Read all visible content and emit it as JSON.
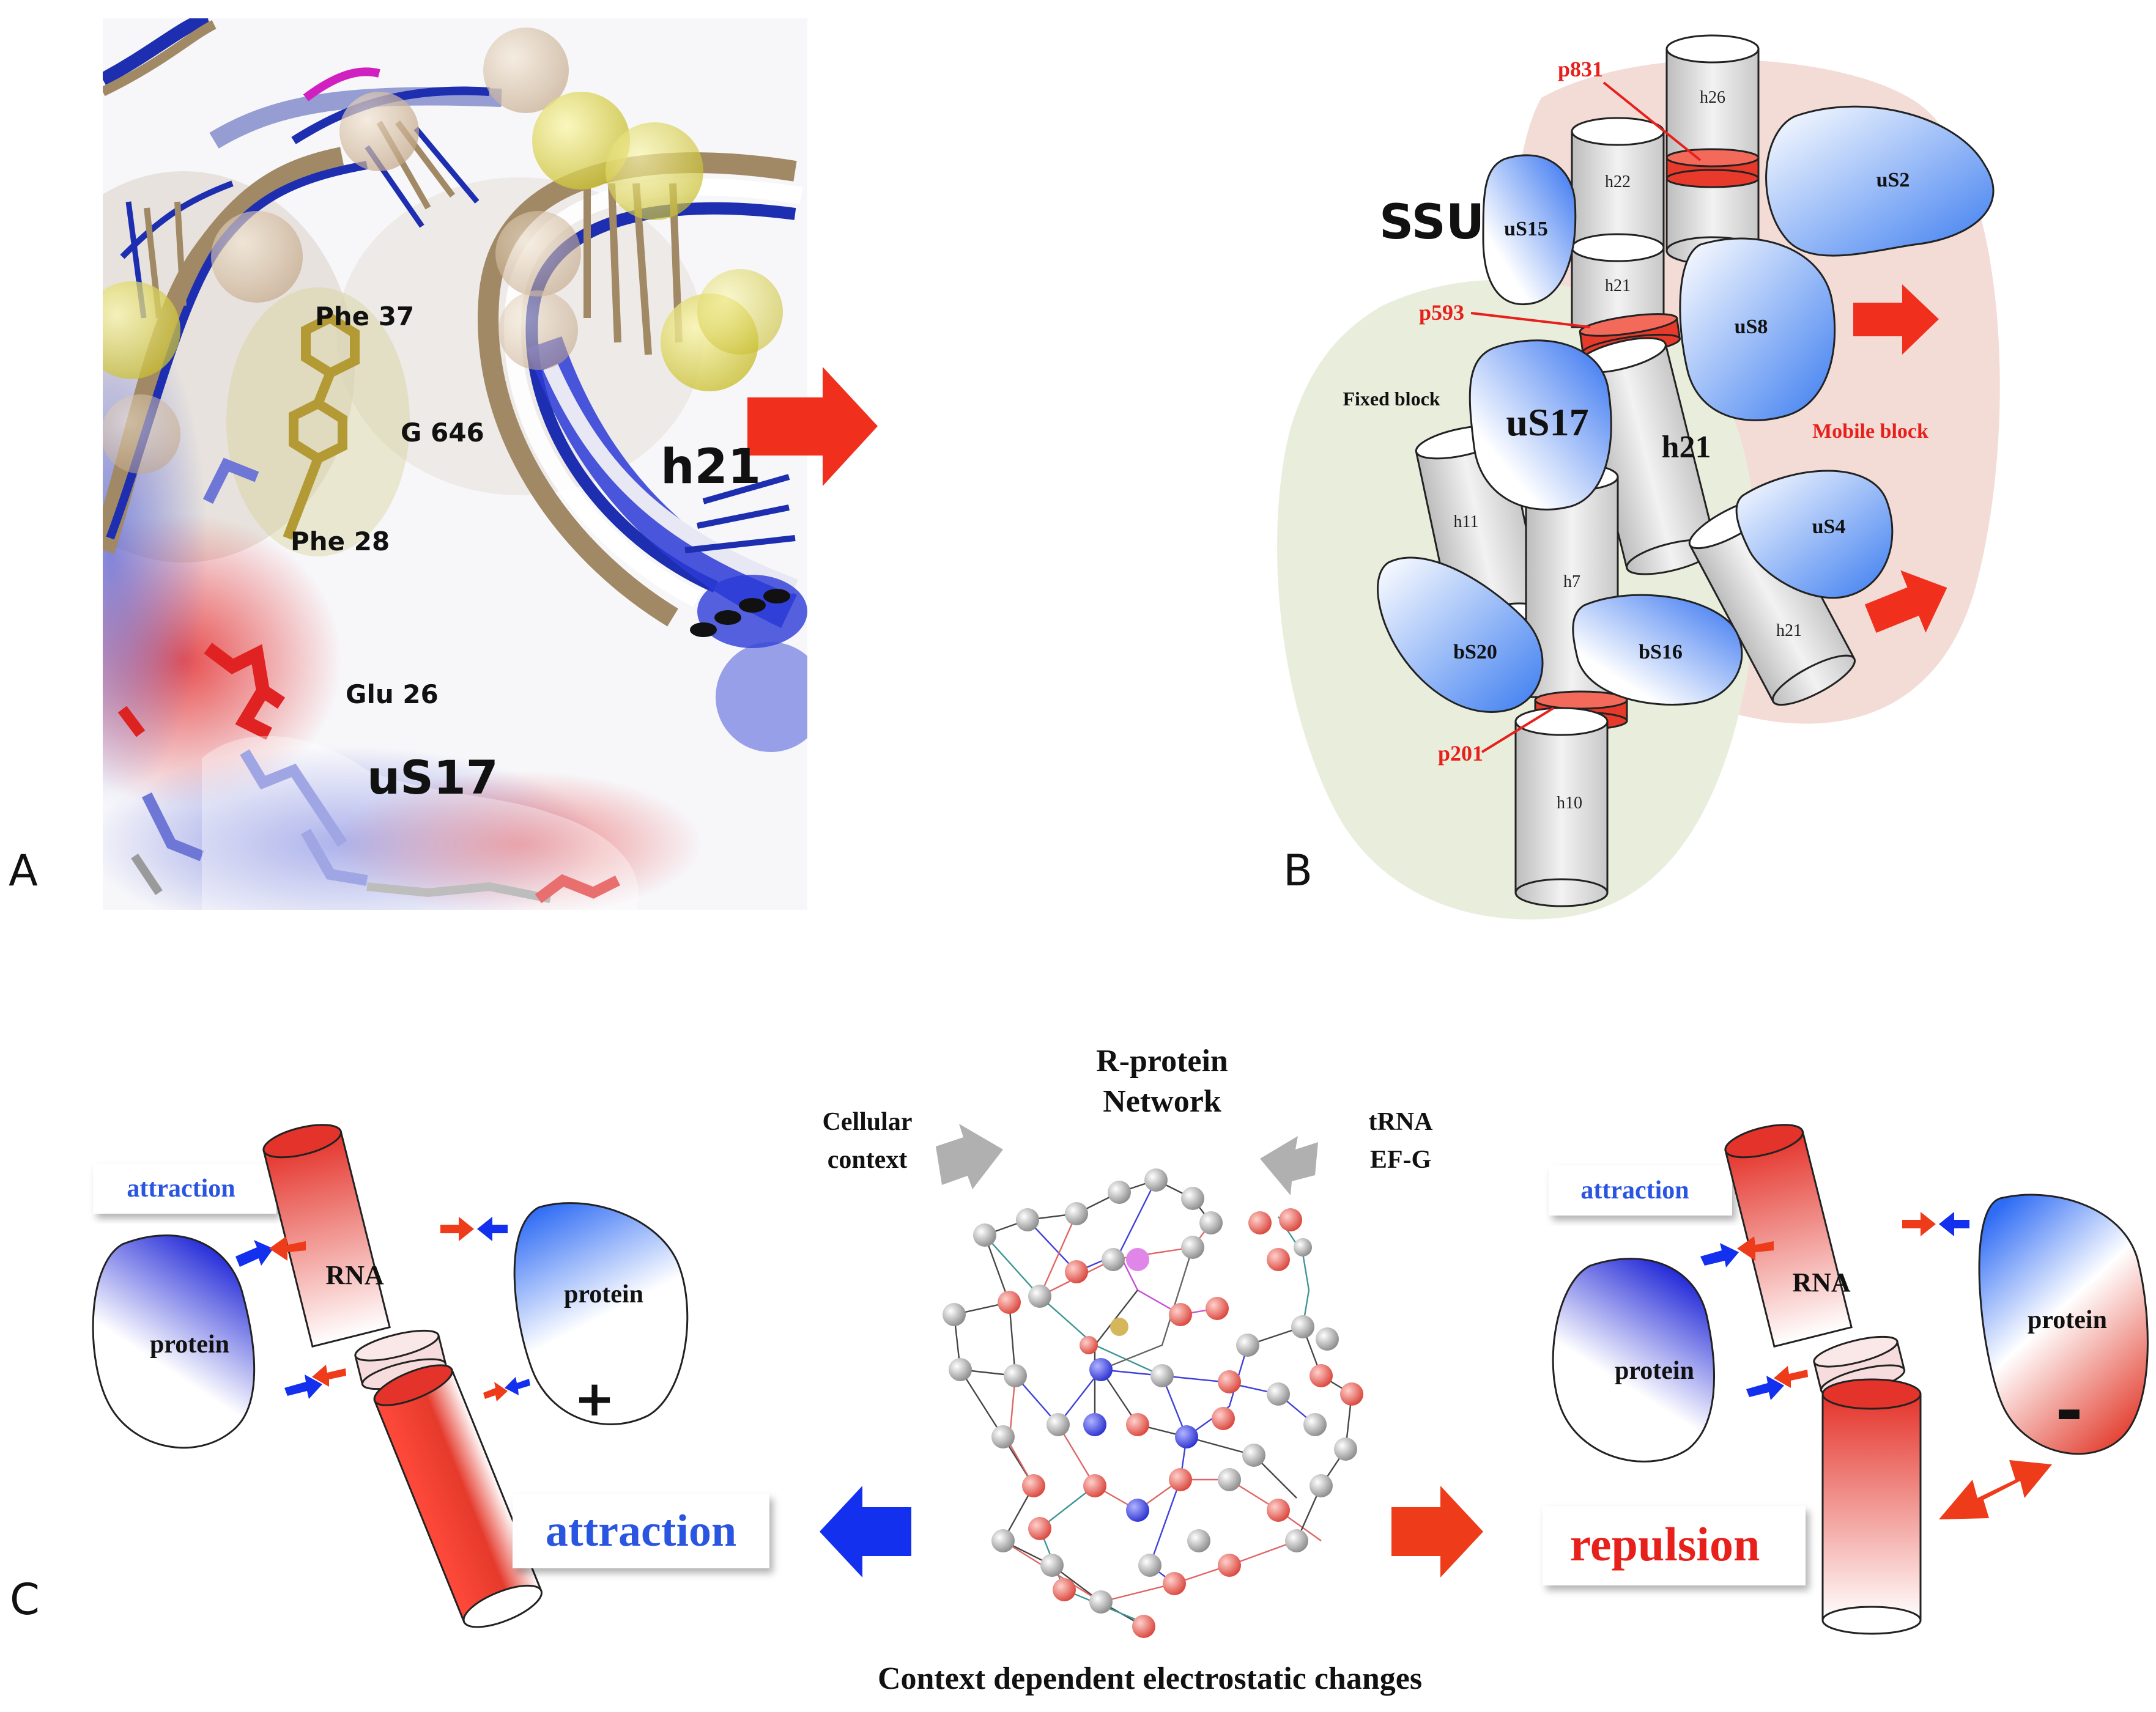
{
  "panel_letters": {
    "a": "A",
    "b": "B",
    "c": "C"
  },
  "panel_a": {
    "labels": {
      "phe37": "Phe 37",
      "g646": "G 646",
      "phe28": "Phe 28",
      "glu26": "Glu 26",
      "h21": "h21",
      "us17": "uS17"
    },
    "colors": {
      "rna_gold": "#a08964",
      "rna_blue": "#1d2fb0",
      "acidic": "#e03030",
      "arrow": "#f0301c"
    }
  },
  "panel_b": {
    "title": "SSU",
    "fixed_block": "Fixed block",
    "mobile_block": "Mobile block",
    "helices": [
      "h26",
      "h22",
      "h21",
      "h21",
      "h11",
      "h7",
      "h21",
      "h10"
    ],
    "proteins": [
      "uS15",
      "uS2",
      "uS8",
      "uS17",
      "uS4",
      "bS20",
      "bS16"
    ],
    "positions": [
      "p831",
      "p593",
      "p201"
    ],
    "colors": {
      "fixed_bg": "#e9eedc",
      "mobile_bg": "#f3dcd6",
      "protein_blue": "#3a7df0",
      "site_red": "#e83a2a"
    }
  },
  "panel_c": {
    "left": {
      "caption": "attraction",
      "rna": "RNA",
      "protein_left": "protein",
      "protein_right": "protein",
      "charge": "+",
      "big_label": "attraction"
    },
    "center": {
      "title_line1": "R-protein",
      "title_line2": "Network",
      "input_left_line1": "Cellular",
      "input_left_line2": "context",
      "input_right_line1": "tRNA",
      "input_right_line2": "EF-G",
      "footer": "Context dependent electrostatic changes"
    },
    "right": {
      "caption": "attraction",
      "rna": "RNA",
      "protein_left": "protein",
      "protein_right": "protein",
      "charge": "-",
      "big_label": "repulsion"
    },
    "colors": {
      "attraction": "#2a55e0",
      "repulsion": "#e8201c",
      "blue_arrow": "#1230ee",
      "red_arrow": "#ee3b1a"
    }
  }
}
